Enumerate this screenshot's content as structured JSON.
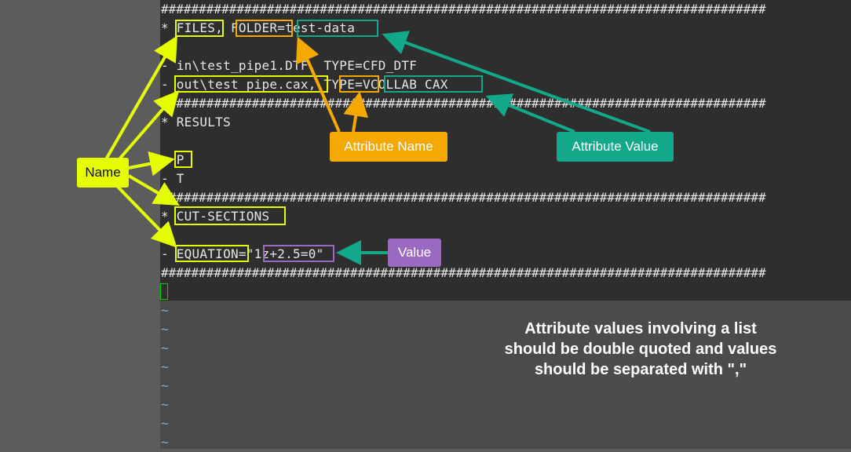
{
  "editor": {
    "separator": "################################################################################",
    "lines": {
      "files": "* FILES, FOLDER=test-data",
      "file1": "- in\\test_pipe1.DTF, TYPE=CFD_DTF",
      "file2": "- out\\test_pipe.cax, TYPE=VCOLLAB CAX",
      "results": "* RESULTS",
      "p": "- P",
      "t": "- T",
      "cut": "* CUT-SECTIONS",
      "equation": "- EQUATION=\"1z+2.5=0\""
    },
    "tilde": "~"
  },
  "labels": {
    "name": "Name",
    "attribute_name": "Attribute Name",
    "attribute_value": "Attribute Value",
    "value": "Value"
  },
  "note": {
    "line1": "Attribute values involving a list",
    "line2": "should be double quoted and values",
    "line3": "should be separated with \",\""
  },
  "colors": {
    "name": "#e6ff00",
    "attribute_name": "#f5a800",
    "attribute_value": "#14a88a",
    "value": "#9a6ac0"
  }
}
